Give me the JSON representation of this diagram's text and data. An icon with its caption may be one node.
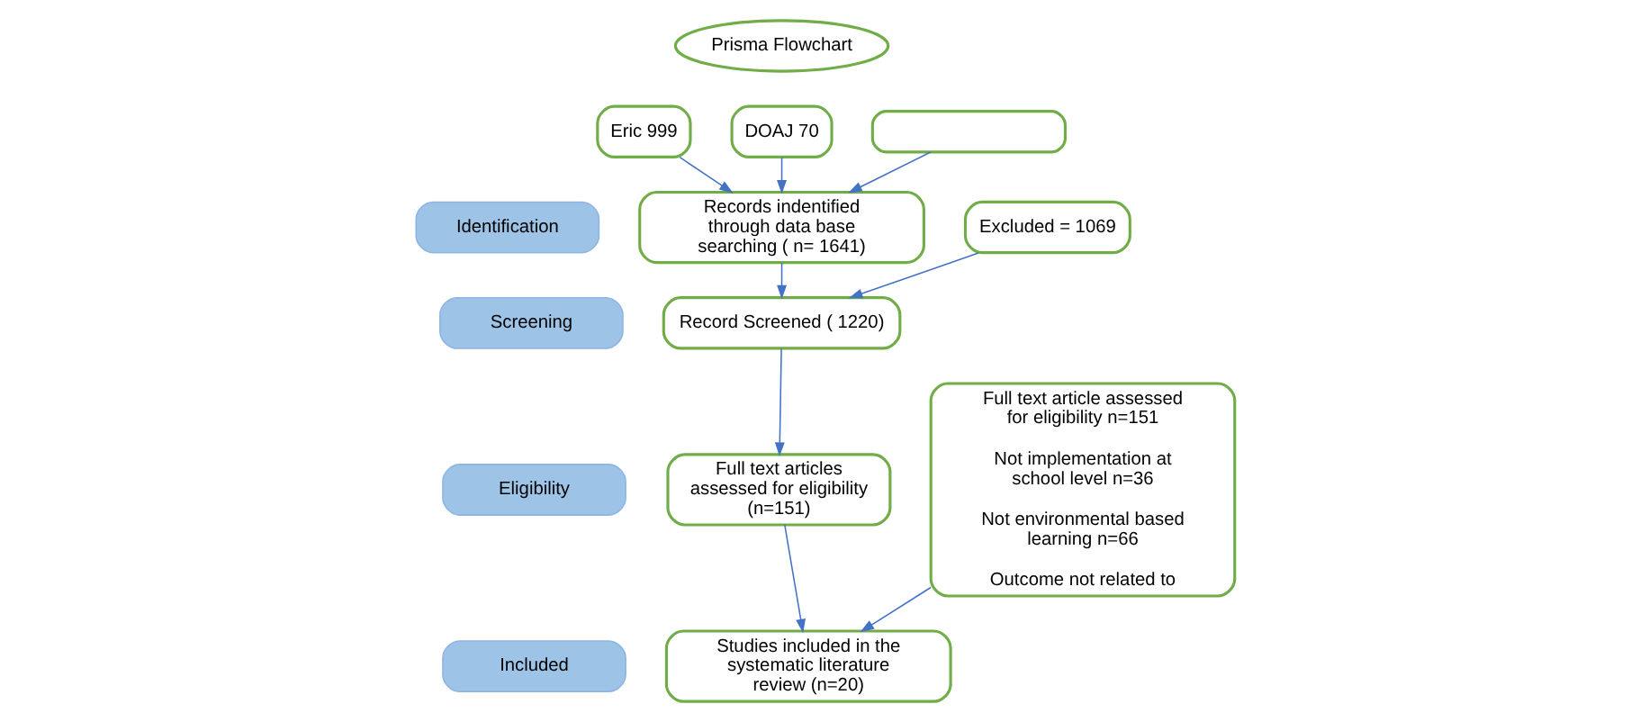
{
  "diagram": {
    "nodes": [
      {
        "text": [
          "Prisma Flowchart"
        ]
      },
      {
        "text": [
          "Eric 999"
        ]
      },
      {
        "text": [
          "DOAJ 70"
        ]
      },
      {
        "text": [],
        "shape": "box"
      },
      {
        "text": [
          "Identification"
        ]
      },
      {
        "text": [
          "Records indentified through data base searching ( n= 1641)"
        ]
      },
      {
        "text": [
          "Excluded = 1069"
        ]
      },
      {
        "text": [
          "Screening"
        ]
      },
      {
        "text": [
          "Record Screened ( 1220)"
        ]
      },
      {
        "text": [
          "Full text article assessed for eligibility n=151",
          "Not implementation at school level n=36",
          "Not environmental based learning n=66",
          "Outcome not related to"
        ]
      },
      {
        "text": [
          "Eligibility"
        ]
      },
      {
        "text": [
          "Full text articles assessed for eligibility (n=151)"
        ]
      },
      {
        "text": [
          "Included"
        ]
      },
      {
        "text": [
          "Studies included in the systematic literature review (n=20)"
        ]
      }
    ],
    "edges": [
      {
        "from": 1,
        "to": 5,
        "arrow": "to"
      },
      {
        "from": 2,
        "to": 5,
        "arrow": "to"
      },
      {
        "from": 3,
        "to": 5,
        "arrow": "to"
      },
      {
        "from": 5,
        "to": 8,
        "arrow": "to"
      },
      {
        "from": 6,
        "to": 8,
        "arrow": "to"
      },
      {
        "from": 8,
        "to": 11,
        "arrow": "to"
      },
      {
        "from": 11,
        "to": 13,
        "arrow": "to"
      },
      {
        "from": 9,
        "to": 13,
        "arrow": "to"
      }
    ]
  }
}
